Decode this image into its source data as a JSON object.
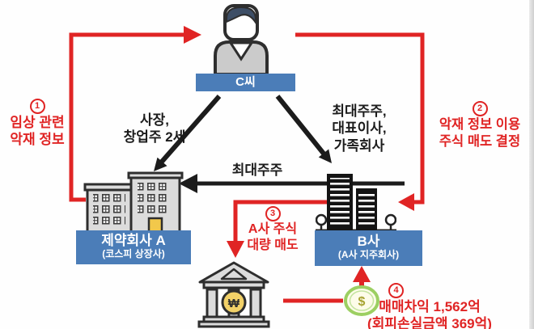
{
  "person": {
    "label": "C씨"
  },
  "companies": {
    "a": {
      "title": "제약회사 A",
      "subtitle": "(코스피 상장사)"
    },
    "b": {
      "title": "B사",
      "subtitle": "(A사 지주회사)"
    }
  },
  "relations": {
    "person_to_a": {
      "line1": "사장,",
      "line2": "창업주 2세"
    },
    "person_to_b": {
      "line1": "최대주주,",
      "line2": "대표이사,",
      "line3": "가족회사"
    },
    "b_to_a": {
      "label": "최대주주"
    }
  },
  "steps": {
    "s1": {
      "num": "1",
      "line1": "임상 관련",
      "line2": "악재 정보"
    },
    "s2": {
      "num": "2",
      "line1": "악재 정보 이용",
      "line2": "주식 매도 결정"
    },
    "s3": {
      "num": "3",
      "line1": "A사 주식",
      "line2": "대량 매도"
    },
    "s4": {
      "num": "4",
      "line1": "매매차익 1,562억",
      "line2": "(회피손실금액 369억)"
    }
  },
  "symbols": {
    "bank_coin": "₩",
    "profit_coin": "$"
  },
  "colors": {
    "banner_blue": "#4b7db8",
    "arrow_red": "#e02424",
    "arrow_black": "#1c1c1c"
  }
}
